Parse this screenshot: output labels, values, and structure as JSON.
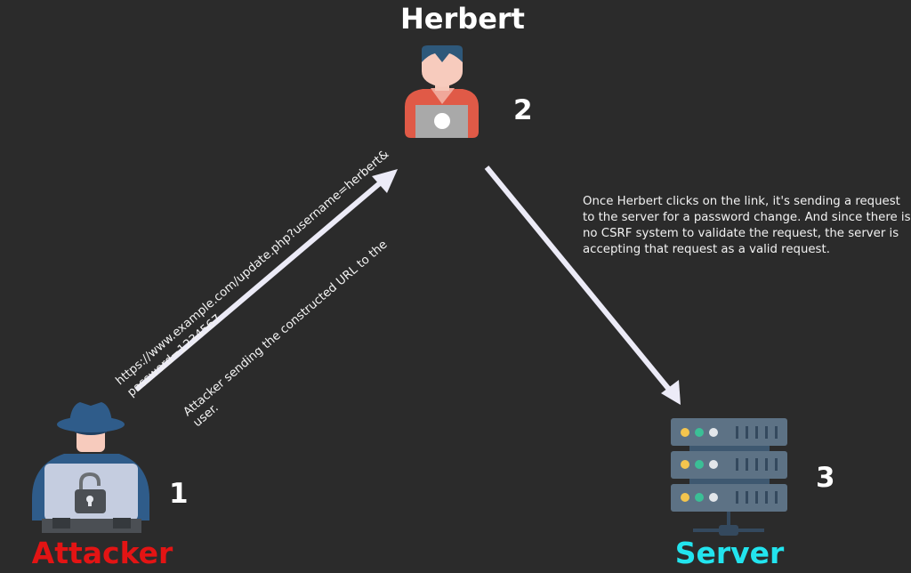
{
  "diagram": {
    "title": "CSRF attack flow",
    "nodes": {
      "attacker": {
        "label": "Attacker",
        "step": "1",
        "color": "#e31414",
        "icon": "hacker-laptop-icon"
      },
      "herbert": {
        "label": "Herbert",
        "step": "2",
        "color": "#ffffff",
        "icon": "user-laptop-icon"
      },
      "server": {
        "label": "Server",
        "step": "3",
        "color": "#22e4ee",
        "icon": "server-rack-icon"
      }
    },
    "edges": [
      {
        "from": "attacker",
        "to": "herbert",
        "url_line1": "https://www.example.com/update.php?username=herbert&",
        "url_line2": "password=1234567",
        "caption_line1": "Attacker sending the constructed URL to the",
        "caption_line2": "user."
      },
      {
        "from": "herbert",
        "to": "server",
        "description": "Once Herbert clicks on the link, it's sending a request to the server for a password change. And since there is no CSRF system to validate the request, the server is accepting that request as a valid request."
      }
    ]
  }
}
